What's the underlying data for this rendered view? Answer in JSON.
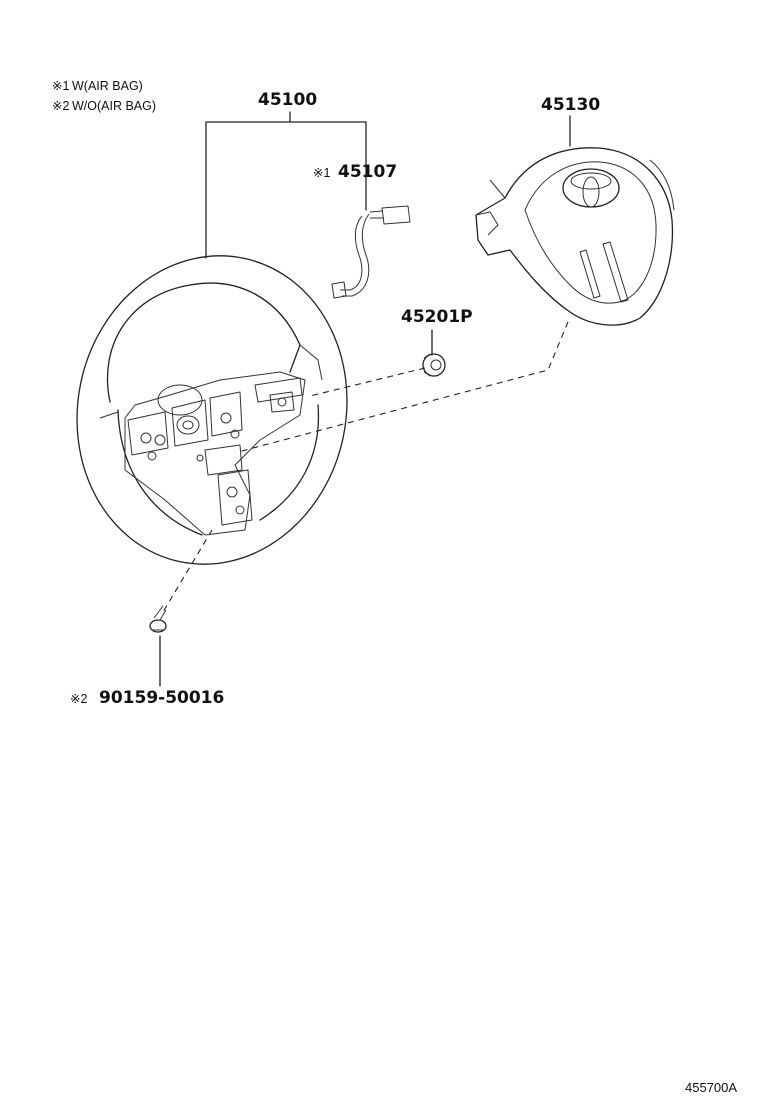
{
  "notes": [
    {
      "mark": "※1",
      "text": "W(AIR BAG)"
    },
    {
      "mark": "※2",
      "text": "W/O(AIR BAG)"
    }
  ],
  "parts": {
    "steering_wheel": {
      "number": "45100"
    },
    "horn_pad": {
      "number": "45130"
    },
    "wire": {
      "mark": "※1",
      "number": "45107"
    },
    "nut": {
      "number": "45201P"
    },
    "screw": {
      "mark": "※2",
      "number": "90159-50016"
    }
  },
  "footer": {
    "reference_code": "455700A"
  },
  "icons": [
    "toyota-logo-icon"
  ]
}
